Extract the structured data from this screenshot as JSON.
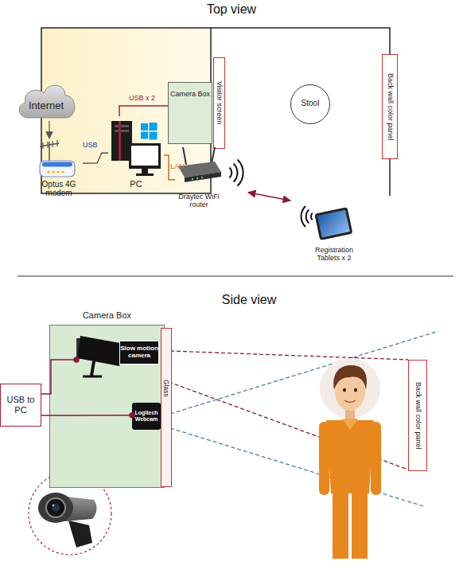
{
  "diagram": {
    "nodes": [
      {
        "text": [
          "Internet"
        ]
      },
      {
        "text": [
          "Optus 4G modem"
        ]
      },
      {
        "text": [
          "PC"
        ]
      },
      {
        "text": [
          "Camera Box"
        ]
      },
      {
        "text": [
          "Visitor screen"
        ]
      },
      {
        "text": [
          "Draytec WiFi router"
        ]
      },
      {
        "text": [
          "Stool"
        ]
      },
      {
        "text": [
          "Back wall color panel"
        ]
      },
      {
        "text": [
          "Registration Tablets x 2"
        ]
      },
      {
        "text": [
          "Camera Box"
        ]
      },
      {
        "text": [
          "Slow motion camera"
        ],
        "in": 9
      },
      {
        "text": [
          "Logitech Webcam"
        ],
        "in": 9
      },
      {
        "text": [
          "Glass"
        ]
      },
      {
        "text": [
          "USB to PC"
        ]
      },
      {
        "text": [
          "Back wall color panel"
        ]
      }
    ],
    "edges": [
      {
        "from": 0,
        "to": 1,
        "arrow": "to"
      },
      {
        "from": 1,
        "to": 2,
        "label": "USB",
        "arrow": "none"
      },
      {
        "from": 2,
        "to": 3,
        "label": "USB x 2",
        "arrow": "none"
      },
      {
        "from": 2,
        "to": 5,
        "label": "LAN",
        "arrow": "none"
      },
      {
        "from": 5,
        "to": 8,
        "arrow": "both"
      },
      {
        "from": 13,
        "to": 10,
        "arrow": "none"
      },
      {
        "from": 13,
        "to": 11,
        "arrow": "none"
      }
    ],
    "labels": [
      "Top view",
      "Side view"
    ]
  }
}
